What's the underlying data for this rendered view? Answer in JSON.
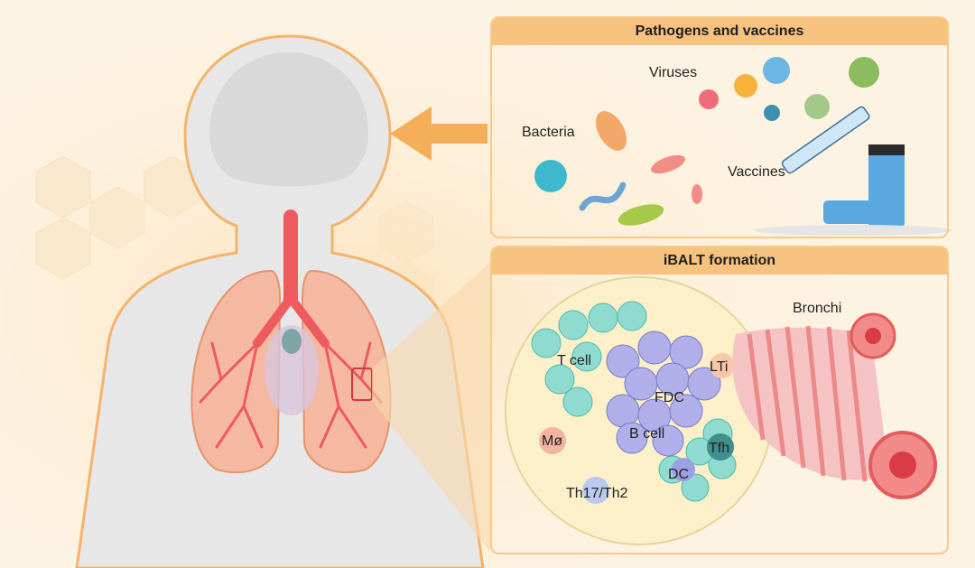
{
  "panels": {
    "top": {
      "title": "Pathogens and vaccines",
      "labels": {
        "viruses": "Viruses",
        "bacteria": "Bacteria",
        "vaccines": "Vaccines"
      }
    },
    "bottom": {
      "title": "iBALT formation",
      "labels": {
        "bronchi": "Bronchi",
        "t_cell": "T cell",
        "lti": "LTi",
        "fdc": "FDC",
        "b_cell": "B cell",
        "tfh": "Tfh",
        "dc": "DC",
        "macrophage": "Mø",
        "th": "Th17/Th2"
      }
    }
  },
  "colors": {
    "background": "#fdf3e2",
    "panel_header": "#f6c27f",
    "lung": "#f4b9a0",
    "airway": "#ef5a5e",
    "t_cell": "#74cfc2",
    "b_cell": "#a9a6e6",
    "bronchi_stripe": "#f19595",
    "arrow": "#f5ae58"
  },
  "icons": [
    "human-body",
    "lungs",
    "trachea",
    "arrow",
    "virus",
    "bacterium",
    "syringe",
    "vaccine-vial",
    "lymphoid-follicle",
    "bronchi-tube"
  ]
}
